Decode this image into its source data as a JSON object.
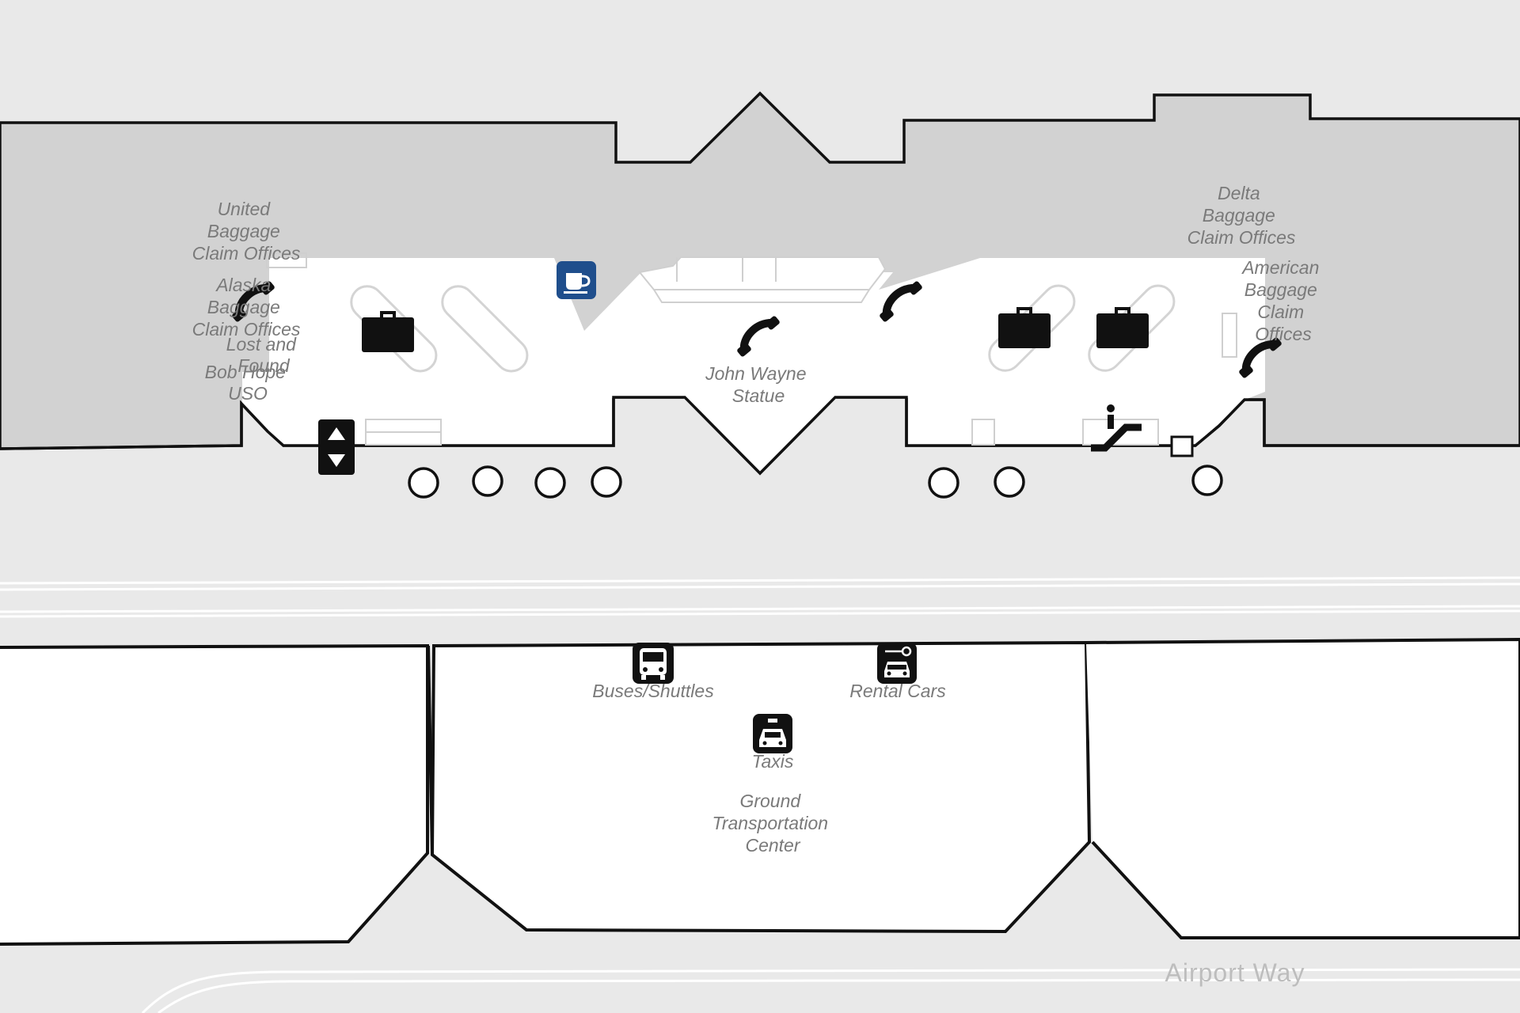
{
  "map_title": "",
  "poi": {
    "united": [
      "United",
      "Baggage",
      "Claim Offices"
    ],
    "alaska": [
      "Alaska",
      "Baggage",
      "Claim Offices"
    ],
    "lost_found": [
      "Lost and",
      "Found"
    ],
    "uso": [
      "Bob Hope",
      "USO"
    ],
    "john_wayne": [
      "John Wayne",
      "Statue"
    ],
    "delta": [
      "Delta",
      "Baggage",
      "Claim Offices"
    ],
    "american": [
      "American",
      "Baggage",
      "Claim",
      "Offices"
    ],
    "buses": "Buses/Shuttles",
    "rental_cars": "Rental Cars",
    "taxis": "Taxis",
    "gtc": [
      "Ground",
      "Transportation",
      "Center"
    ],
    "road": "Airport Way"
  },
  "icons": {
    "baggage_claim": "briefcase-icon",
    "telephone": "phone-icon",
    "coffee": "coffee-icon",
    "elevator": "elevator-icon",
    "escalator": "escalator-icon",
    "bus": "bus-icon",
    "rental_car": "rental-car-icon",
    "taxi": "taxi-icon"
  },
  "colors": {
    "background": "#e9e9e9",
    "building": "#d2d2d2",
    "interior": "#ffffff",
    "outline": "#111111",
    "label": "#7a7a7a",
    "coffee_accent": "#1f4e8c"
  }
}
